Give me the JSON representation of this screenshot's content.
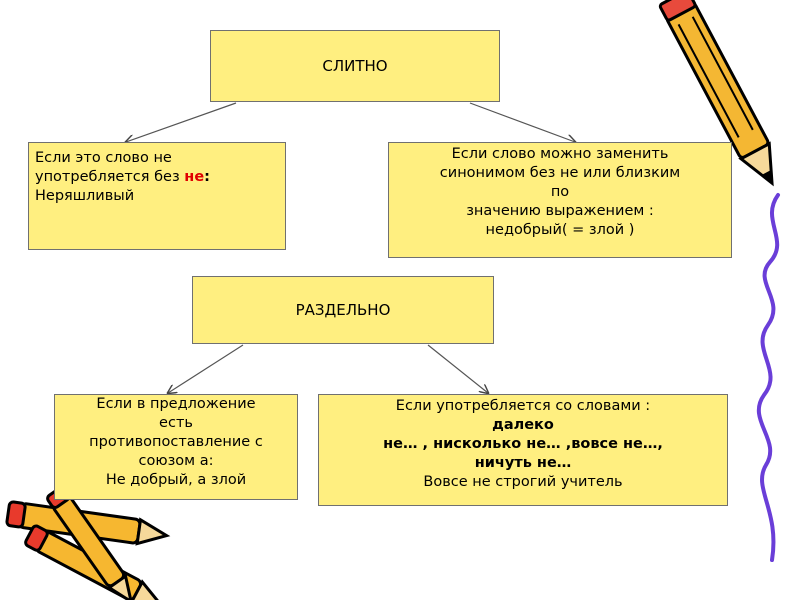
{
  "top_title": "СЛИТНО",
  "left_top": {
    "line1": "Если это слово не",
    "line2a": "употребляется без ",
    "line2b": "не",
    "line2c": ":",
    "line3": " Неряшливый"
  },
  "right_top": {
    "lines": [
      "Если слово можно заменить",
      "синонимом без не или близким",
      "по",
      "значению выражением :",
      "недобрый( = злой )"
    ]
  },
  "mid_title": "РАЗДЕЛЬНО",
  "left_bottom": {
    "lines": [
      "Если в предложение",
      "есть",
      "противопоставление с",
      "союзом  а:",
      "Не добрый, а злой"
    ]
  },
  "right_bottom": {
    "line1": "Если употребляется со словами :",
    "line2": "далеко",
    "line3": "не… , нисколько не… ,вовсе не…,",
    "line4": "ничуть не…",
    "line5": "Вовсе не строгий учитель"
  },
  "colors": {
    "box_fill": "#ffef80",
    "accent_red": "#e00000",
    "squiggle": "#6a3ed8"
  },
  "icons": [
    "pencil-icon",
    "crayon-icon",
    "squiggle-line"
  ]
}
